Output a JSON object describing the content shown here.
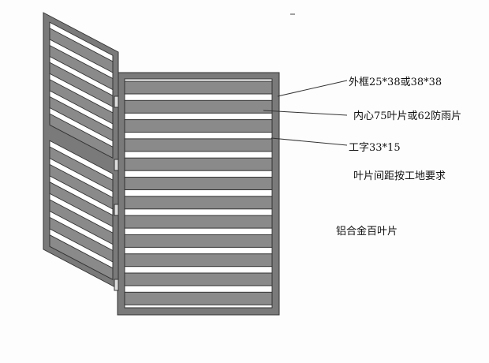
{
  "labels": {
    "outer_frame": "外框25*38或38*38",
    "inner_blade": "内心75叶片或62防雨片",
    "i_beam": "工字33*15",
    "spacing": "叶片间距按工地要求",
    "title": "铝合金百叶片"
  },
  "colors": {
    "frame": "#7a7a7a",
    "slat": "#8a8a8a",
    "outline": "#333333",
    "gap": "#ffffff"
  },
  "door": {
    "right_panel_slats": 12,
    "left_panel_slats_per_section": 6
  }
}
